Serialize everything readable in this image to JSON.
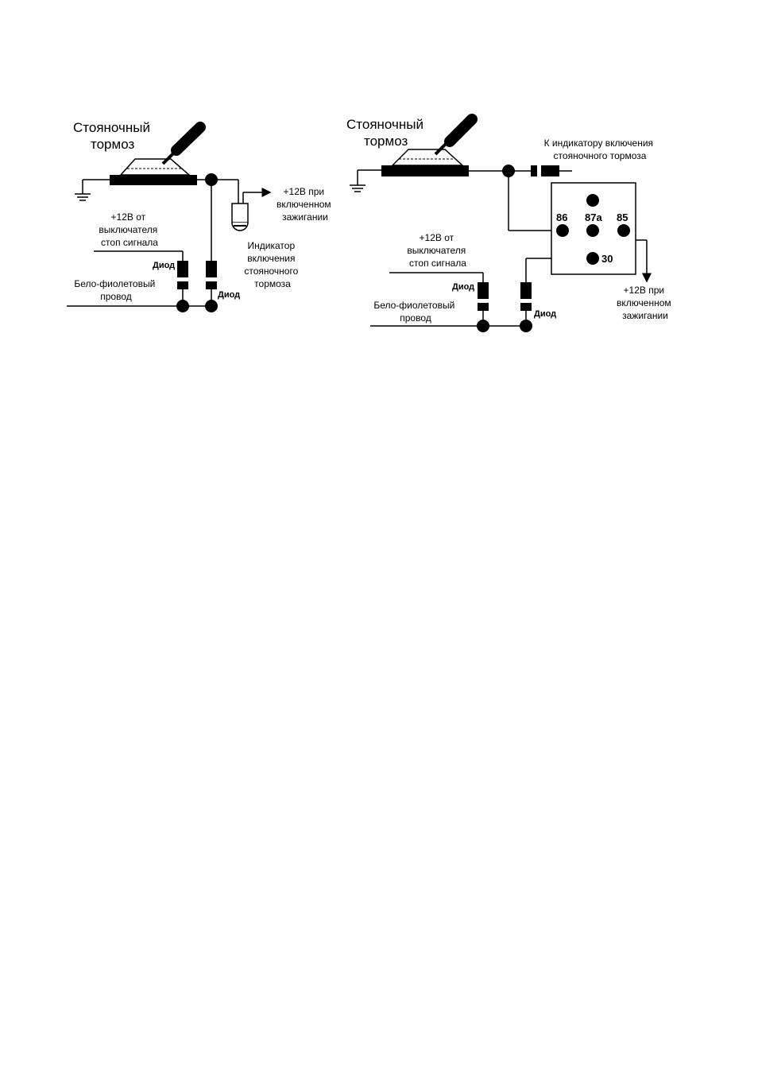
{
  "left": {
    "title": [
      "Стояночный",
      "тормоз"
    ],
    "feed_label": [
      "+12В от",
      "выключателя",
      "стоп сигнала"
    ],
    "wire_label": [
      "Бело-фиолетовый",
      "провод"
    ],
    "diode_a": "Диод",
    "diode_b": "Диод",
    "ignition_label": [
      "+12В при",
      "включенном",
      "зажигании"
    ],
    "indicator_label": [
      "Индикатор",
      "включения",
      "стояночного",
      "тормоза"
    ]
  },
  "right": {
    "title": [
      "Стояночный",
      "тормоз"
    ],
    "to_indicator": [
      "К индикатору включения",
      "стояночного тормоза"
    ],
    "feed_label": [
      "+12В от",
      "выключателя",
      "стоп сигнала"
    ],
    "wire_label": [
      "Бело-фиолетовый",
      "провод"
    ],
    "diode_a": "Диод",
    "diode_b": "Диод",
    "ignition_label": [
      "+12В при",
      "включенном",
      "зажигании"
    ],
    "relay_pins": [
      "86",
      "87a",
      "85",
      "30"
    ]
  }
}
